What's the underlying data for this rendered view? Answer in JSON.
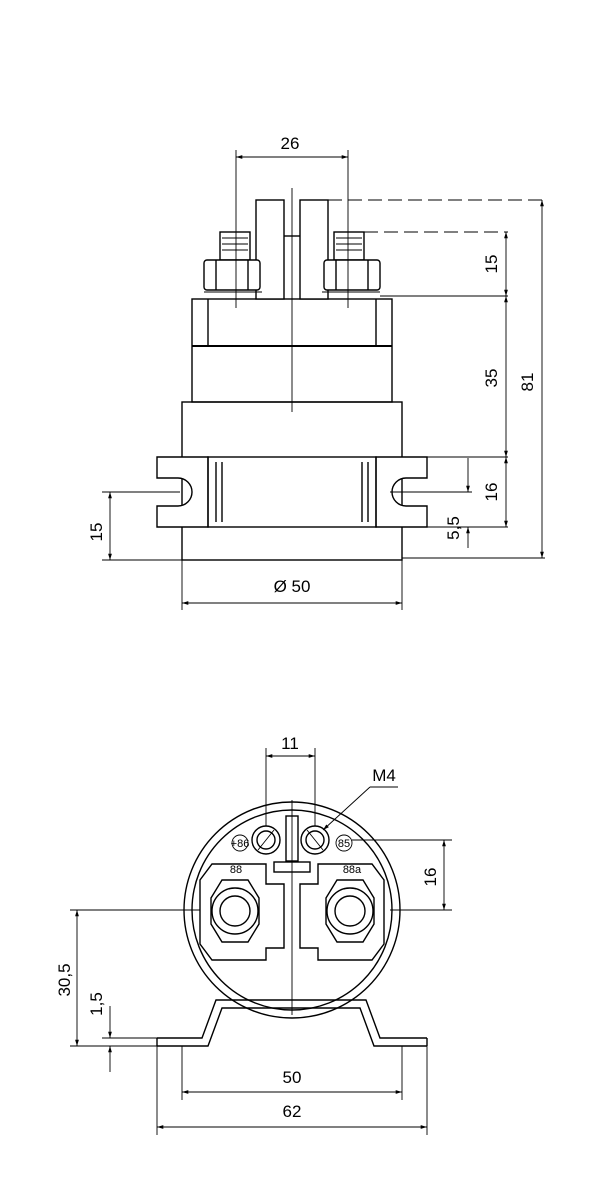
{
  "side_view": {
    "dim_top_width": "26",
    "dim_terminal_height": "15",
    "dim_body_height": "35",
    "dim_overall_height": "81",
    "dim_flange_height": "16",
    "dim_flange_offset": "5,5",
    "dim_base_height": "15",
    "dim_diameter": "Ø 50"
  },
  "top_view": {
    "dim_small_terminal_spacing": "11",
    "thread_label": "M4",
    "terminal_plus_86": "+86",
    "terminal_85": "85",
    "terminal_88": "88",
    "terminal_88a": "88a",
    "dim_offset_16": "16",
    "dim_height_30_5": "30,5",
    "dim_thickness_1_5": "1,5",
    "dim_hole_spacing": "50",
    "dim_bracket_width": "62"
  }
}
